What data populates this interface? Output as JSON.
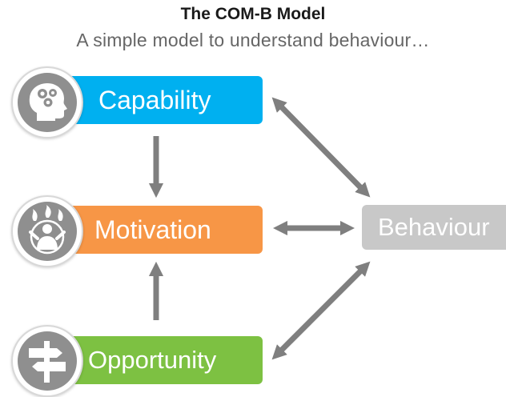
{
  "header": {
    "title": "The COM-B Model",
    "subtitle": "A simple model to understand behaviour…"
  },
  "nodes": {
    "capability": {
      "label": "Capability",
      "color": "#00b0f0",
      "icon": "head-gears-icon"
    },
    "motivation": {
      "label": "Motivation",
      "color": "#f79646",
      "icon": "person-flames-icon"
    },
    "opportunity": {
      "label": "Opportunity",
      "color": "#7dc142",
      "icon": "signpost-icon"
    },
    "behaviour": {
      "label": "Behaviour",
      "color": "#c8c8c8"
    }
  },
  "arrow_color": "#7f7f7f"
}
